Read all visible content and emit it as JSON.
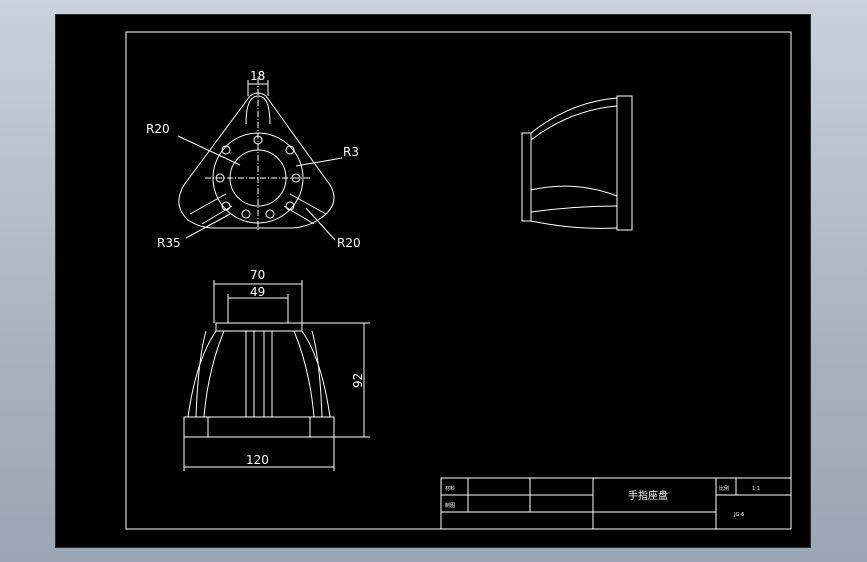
{
  "drawing": {
    "dims": {
      "top_width": "18",
      "radius_upper_left": "R20",
      "radius_hole": "R3",
      "radius_outer": "R35",
      "radius_lower_right": "R20",
      "front_top_outer": "70",
      "front_top_inner": "49",
      "front_height": "92",
      "front_base": "120"
    }
  },
  "title_block": {
    "label_row1": "材料",
    "label_row2": "制图",
    "part_name": "手指座盘",
    "scale_label": "比例",
    "scale_value": "1:1",
    "drawing_number": "JG-6"
  },
  "colors": {
    "background_outer": "#a9b3bf",
    "sheet": "#000000",
    "lines": "#ffffff"
  }
}
